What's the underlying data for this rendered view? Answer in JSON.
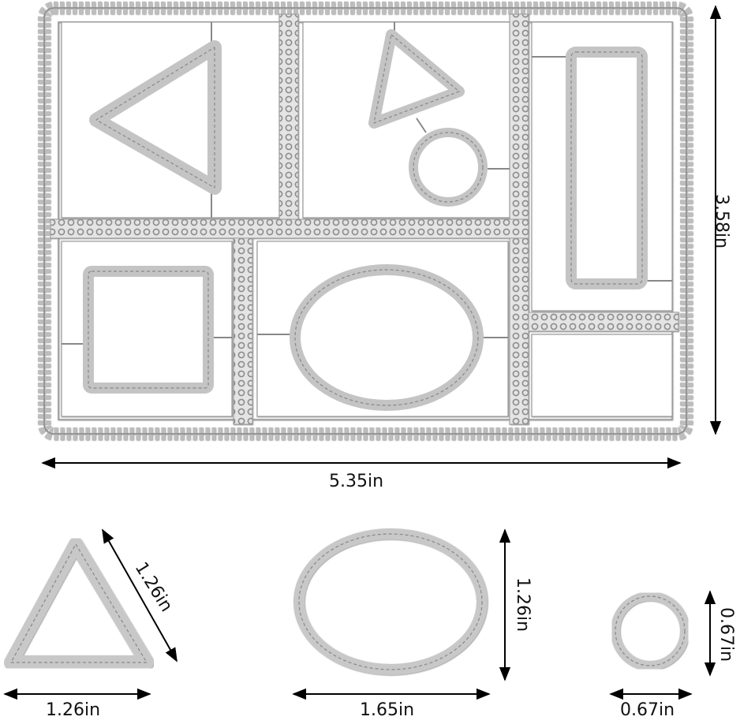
{
  "product": {
    "description": "Metal cutting die set with geometric frames (triangle, circle, rectangle, square, oval)",
    "main_die": {
      "width_label": "5.35in",
      "height_label": "3.58in"
    },
    "pieces": [
      {
        "shape": "triangle",
        "width_label": "1.26in",
        "side_label": "1.26in"
      },
      {
        "shape": "oval",
        "width_label": "1.65in",
        "height_label": "1.26in"
      },
      {
        "shape": "circle",
        "width_label": "0.67in",
        "height_label": "0.67in"
      }
    ]
  },
  "colors": {
    "metal": "#c8c8c8",
    "metal_dark": "#9a9a9a",
    "metal_light": "#ececec",
    "arrow": "#000000"
  }
}
